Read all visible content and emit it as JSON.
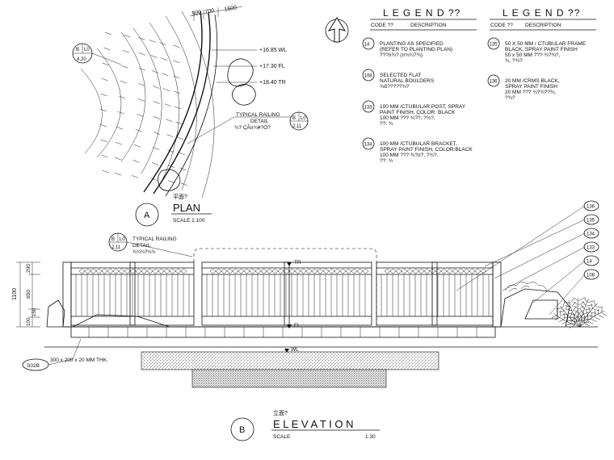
{
  "legend_left": {
    "title": "L E G E N D ??",
    "col_code": "CODE ??",
    "col_desc": "DESCRIPTION",
    "items": [
      {
        "code": "14",
        "lines": [
          "PLANTING AS SPECIFIED",
          "(REFER TO PLANTING PLAN)",
          "???¤¾?        (¤¾¼?¾)"
        ]
      },
      {
        "code": "108",
        "lines": [
          "SELECTED FLAT",
          "NATURAL BOULDERS",
          "¾ß?????¾?"
        ]
      },
      {
        "code": "133",
        "lines": [
          "100 MM /CTUBULAR POST, SPRAY",
          "PAINT FINISH, COLOR: BLACK",
          "100 MM   ??? ¾??,  ?¾?,",
          "??: ¾"
        ]
      },
      {
        "code": "134",
        "lines": [
          "100 MM /CTUBULAR BRACKET,",
          "SPRAY PAINT FINISH, COLOR:BLACK",
          "100 MM   ??? ¾?¤?,  ?¾?,",
          "??: ¾"
        ]
      }
    ]
  },
  "legend_right": {
    "title": "L E G E N D ??",
    "col_code": "CODE ??",
    "col_desc": "DESCRIPTION",
    "items": [
      {
        "code": "135",
        "lines": [
          "50 X 50 MM / CTUBULAR FRAME",
          "BLACK, SPRAY PAINT FINISH",
          "50 x 50 MM    ???  ¾?¾?,",
          "¾,  ?¾?"
        ]
      },
      {
        "code": "136",
        "lines": [
          "20 MM /CRMS BLACK,",
          "SPRAY PAINT FINISH",
          "20 MM   ???  ¾?¾??¾,",
          "?¾?"
        ]
      }
    ]
  },
  "plan": {
    "dims": [
      "500",
      "700",
      "1500"
    ],
    "levels": [
      "+16.85 WL",
      "+17.30 FL",
      "+18.40 TR"
    ],
    "section_tag": {
      "top": "B",
      "top2": "L0",
      "bottom": "4.20"
    },
    "callout": {
      "line1": "TYPICAL RAILING",
      "line2": "DETAIL",
      "line3": "¾? ÇÃ¤¾¥?Ö?",
      "tag_top": "B",
      "tag_top2": "L0",
      "tag_bottom": "2.11"
    },
    "title_tag": "A",
    "title_small": "平面?",
    "title": "PLAN",
    "scale": "SCALE  1:100"
  },
  "elevation": {
    "dims": [
      "1100",
      "200",
      "650",
      "100",
      "150"
    ],
    "tr_label": "TR",
    "fl_label": "FL",
    "wl_label": "WL",
    "callout": {
      "line1": "TYPICAL RAILING",
      "line2": "DETAIL",
      "line3": "¾¾¾?¾¾",
      "tag_top": "B",
      "tag_top2": "L0",
      "tag_bottom": "2.11"
    },
    "slab_tag": "S02B",
    "slab_label": "300 x 200 x 20 MM THK.",
    "codes": [
      "136",
      "135",
      "134",
      "133",
      "14",
      "108"
    ],
    "title_tag": "B",
    "title_small": "立面?",
    "title": "E L E V A T I O N",
    "scale_label": "SCALE",
    "scale_value": "1:30"
  },
  "north_arrow": "north-arrow"
}
